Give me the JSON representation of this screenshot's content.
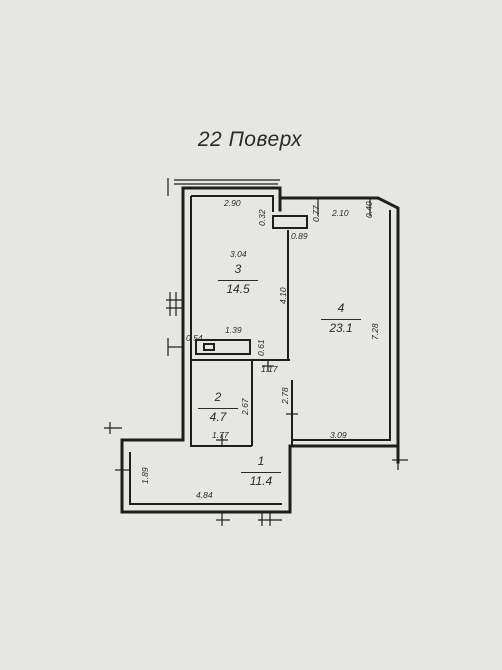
{
  "title": "22 Поверх",
  "rooms": [
    {
      "number": "1",
      "area": "11.4"
    },
    {
      "number": "2",
      "area": "4.7"
    },
    {
      "number": "3",
      "area": "14.5"
    },
    {
      "number": "4",
      "area": "23.1"
    }
  ],
  "dimensions": {
    "d290": "2.90",
    "d032": "0.32",
    "d077": "0.77",
    "d210": "2.10",
    "d040": "0.40",
    "d089": "0.89",
    "d304": "3.04",
    "d410": "4.10",
    "d728": "7.28",
    "d139": "1.39",
    "d054": "0.54",
    "d061": "0.61",
    "d117": "1.17",
    "d267": "2.67",
    "d278": "2.78",
    "d177": "1.77",
    "d309": "3.09",
    "d189": "1.89",
    "d484": "4.84"
  }
}
